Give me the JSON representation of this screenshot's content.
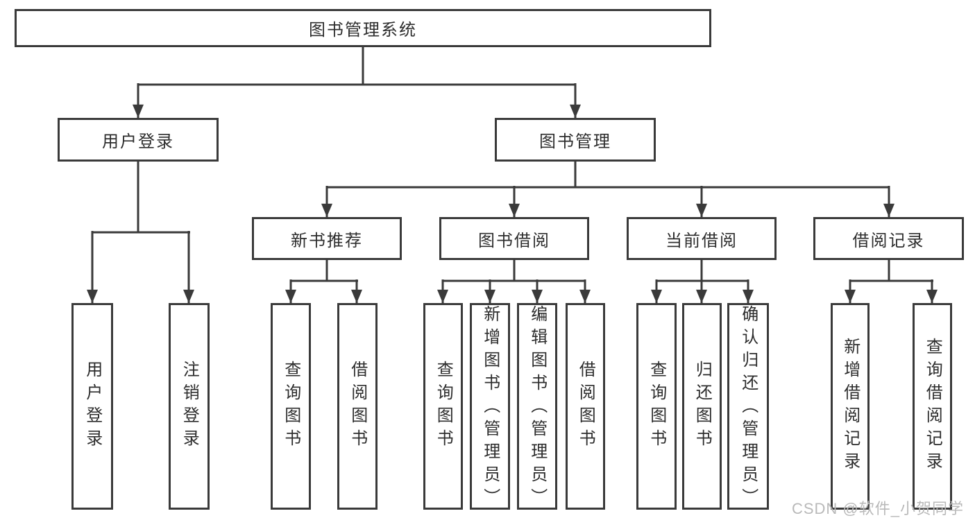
{
  "tree": {
    "root": {
      "label": "图书管理系统"
    },
    "level2": [
      {
        "label": "用户登录",
        "children": [
          {
            "label": "用户登录"
          },
          {
            "label": "注销登录"
          }
        ]
      },
      {
        "label": "图书管理",
        "children": [
          {
            "label": "新书推荐",
            "children": [
              {
                "label": "查询图书"
              },
              {
                "label": "借阅图书"
              }
            ]
          },
          {
            "label": "图书借阅",
            "children": [
              {
                "label": "查询图书"
              },
              {
                "label": "新增图书（管理员）"
              },
              {
                "label": "编辑图书（管理员）"
              },
              {
                "label": "借阅图书"
              }
            ]
          },
          {
            "label": "当前借阅",
            "children": [
              {
                "label": "查询图书"
              },
              {
                "label": "归还图书"
              },
              {
                "label": "确认归还（管理员）"
              }
            ]
          },
          {
            "label": "借阅记录",
            "children": [
              {
                "label": "新增借阅记录"
              },
              {
                "label": "查询借阅记录"
              }
            ]
          }
        ]
      }
    ]
  },
  "watermark": {
    "text": "CSDN @软件_小贺同学"
  },
  "colors": {
    "line": "#3a3a3a",
    "text": "#2d2d2d",
    "node_background": "#ffffff",
    "page_background": "#ffffff",
    "watermark": "#b9b9b9"
  }
}
